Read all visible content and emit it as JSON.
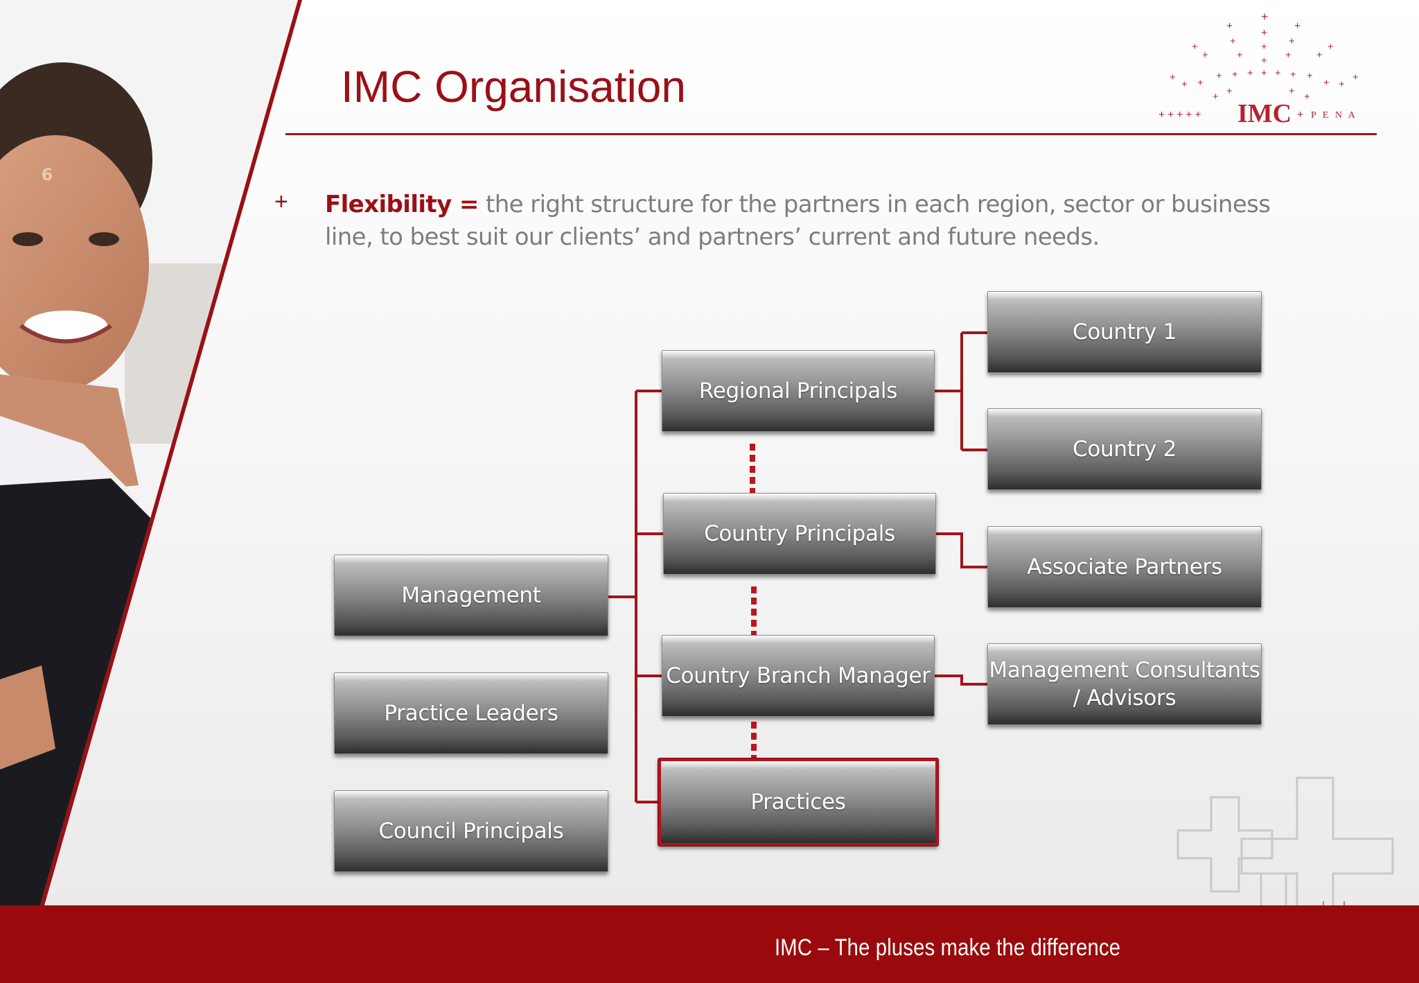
{
  "slide": {
    "number": "6",
    "title": "IMC Organisation"
  },
  "bullet": {
    "marker": "+",
    "lead": "Flexibility =",
    "text": " the right structure for the partners in each region, sector or business line, to best suit our clients’ and partners’ current and future needs."
  },
  "logo": {
    "brand": "IMC",
    "suffix": "P E N A"
  },
  "org_chart": {
    "left_column": [
      "Management",
      "Practice Leaders",
      "Council Principals"
    ],
    "middle_column": [
      "Regional Principals",
      "Country Principals",
      "Country Branch Manager",
      "Practices"
    ],
    "right_column": [
      "Country 1",
      "Country 2",
      "Associate Partners",
      "Management Consultants / Advisors"
    ],
    "highlighted": "Practices"
  },
  "footer": {
    "tagline": "IMC – The pluses make the difference"
  },
  "colors": {
    "brand_red": "#9b0f16",
    "footer_red": "#9a0a0c",
    "body_text": "#7d7d7f"
  }
}
